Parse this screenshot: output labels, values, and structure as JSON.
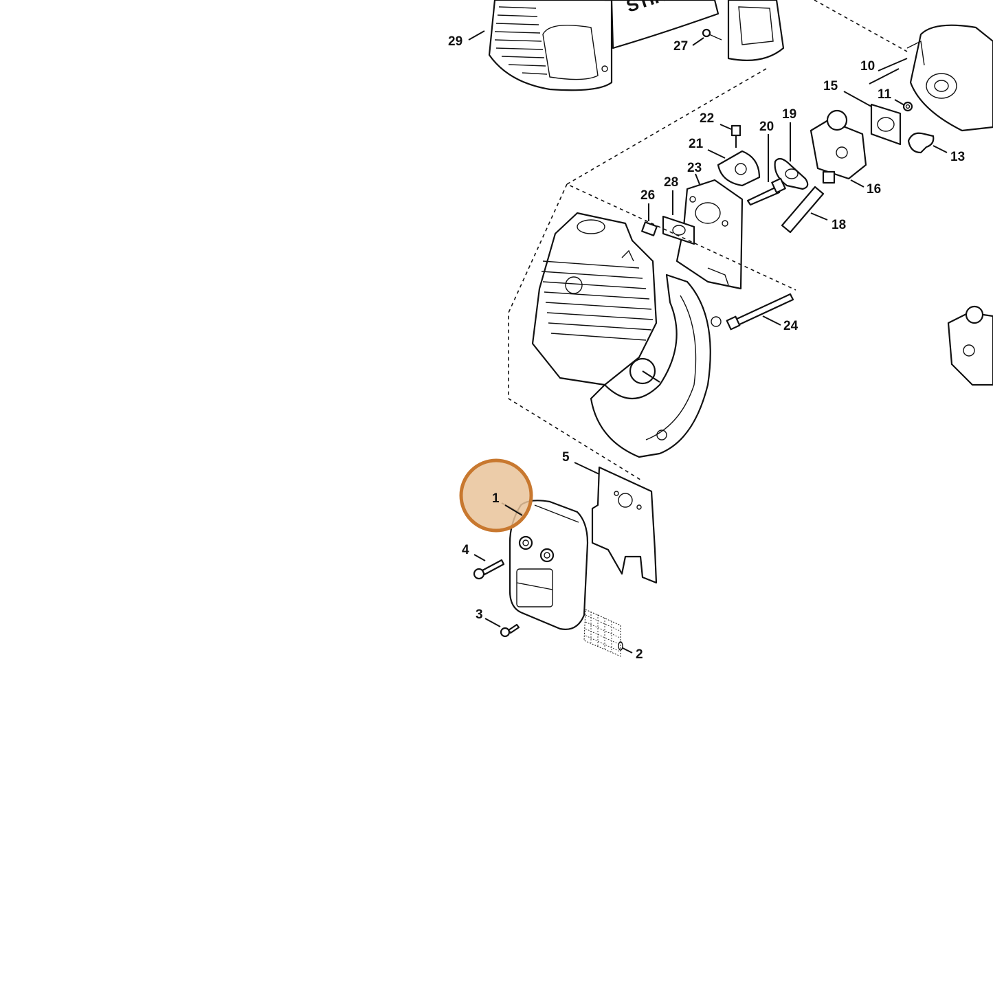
{
  "diagram": {
    "callouts": {
      "c1": "1",
      "c2": "2",
      "c3": "3",
      "c4": "4",
      "c5": "5",
      "c10": "10",
      "c11": "11",
      "c13": "13",
      "c15": "15",
      "c16": "16",
      "c18": "18",
      "c19": "19",
      "c20": "20",
      "c21": "21",
      "c22": "22",
      "c23": "23",
      "c24": "24",
      "c26": "26",
      "c27": "27",
      "c28": "28",
      "c29": "29"
    },
    "highlight": {
      "callout": "1",
      "color": "#c8782f",
      "fill": "#e9c39a"
    },
    "brand_text": "STIHL"
  }
}
